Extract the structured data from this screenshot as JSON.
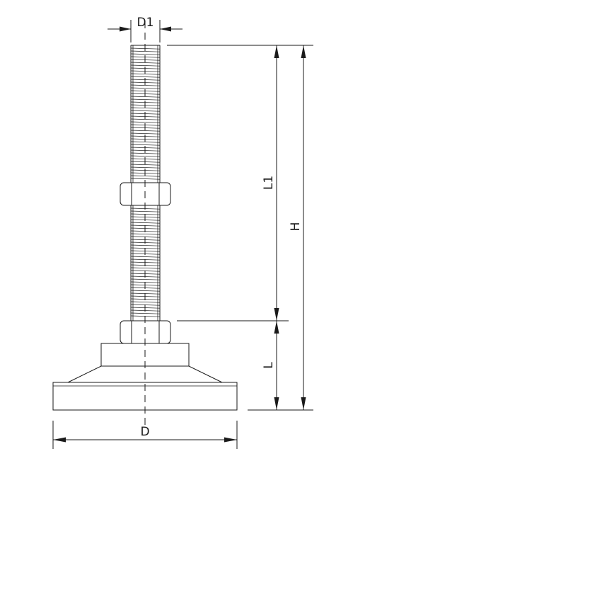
{
  "drawing": {
    "subject": "leveling-foot",
    "labels": {
      "d1": "D1",
      "d": "D",
      "l1": "L1",
      "l": "L",
      "h": "H"
    }
  }
}
